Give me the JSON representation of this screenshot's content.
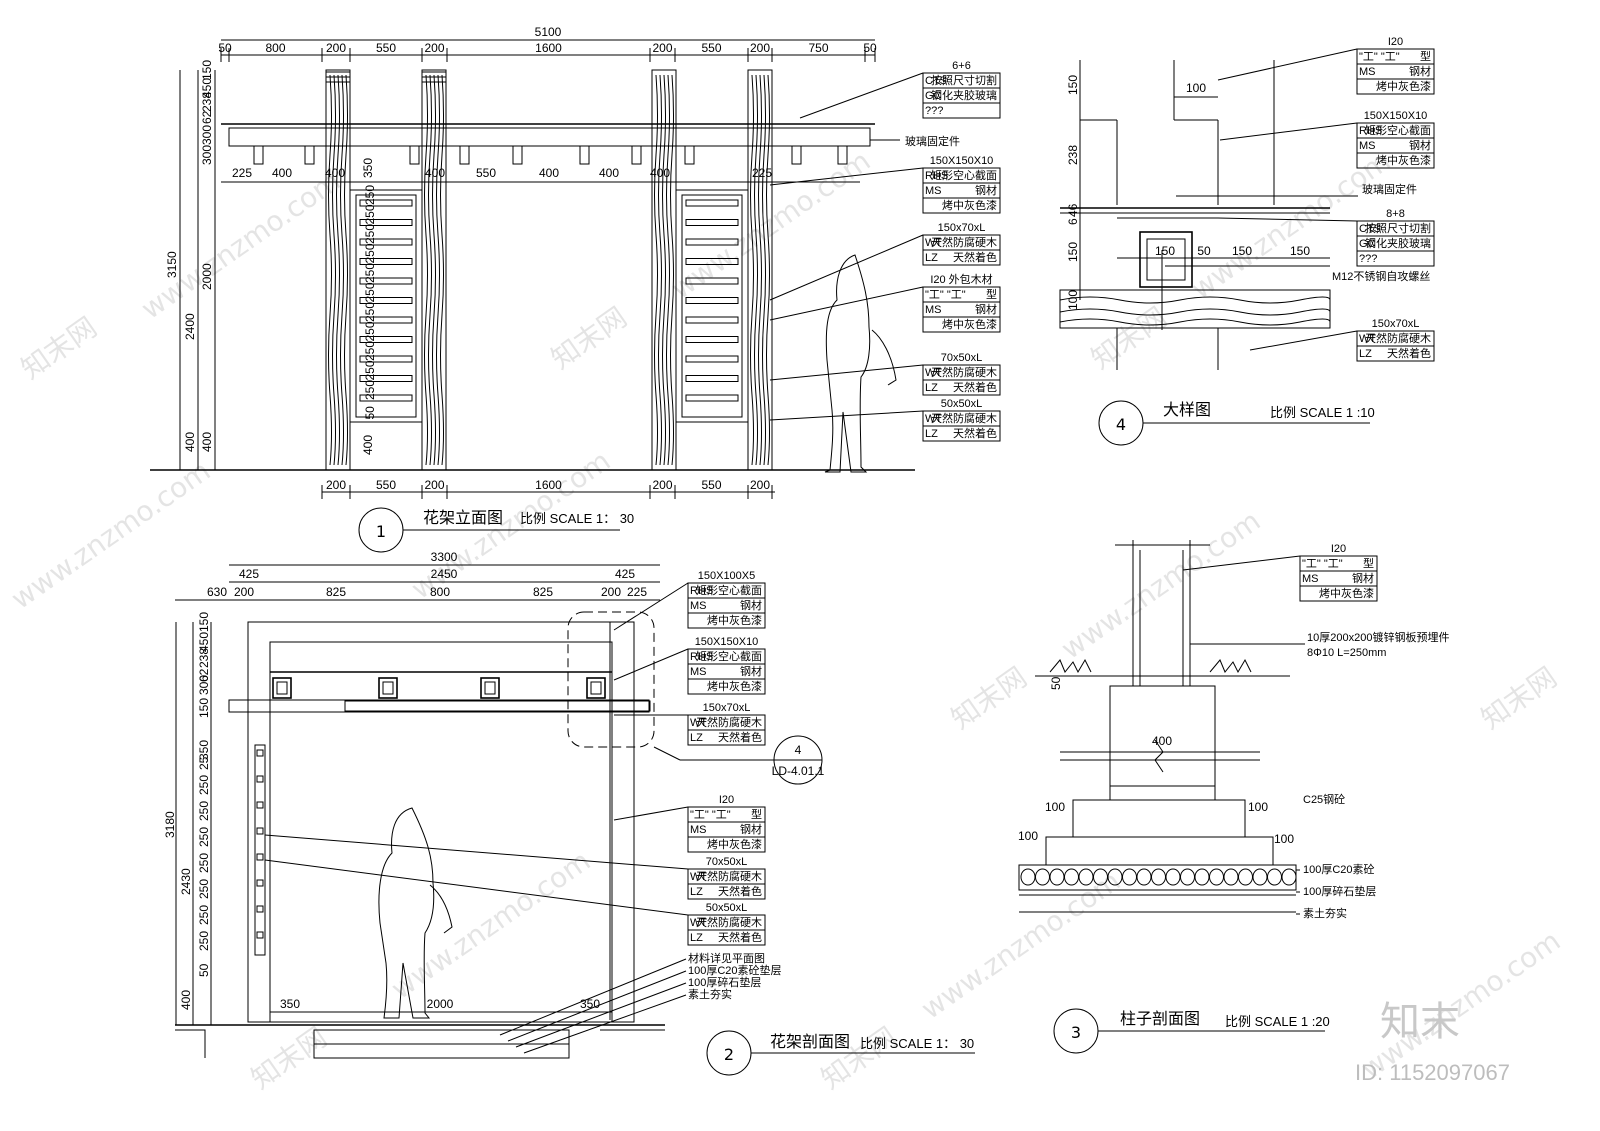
{
  "elevation": {
    "top_total": "5100",
    "top_dims": [
      "50",
      "800",
      "200",
      "550",
      "200",
      "1600",
      "200",
      "550",
      "200",
      "750",
      "50"
    ],
    "purlin_dims": [
      "225",
      "400",
      "400",
      "400",
      "550",
      "400",
      "400",
      "400",
      "225"
    ],
    "bottom_dims": [
      "200",
      "550",
      "200",
      "1600",
      "200",
      "550",
      "200"
    ],
    "left_outer": "3150",
    "left_mid": [
      "2400",
      "400"
    ],
    "left_inner": [
      "150",
      "450",
      "238",
      "62",
      "300",
      "300",
      "2000",
      "400"
    ],
    "inner_labels": [
      "350",
      "400"
    ],
    "slat_labels": [
      "250",
      "250",
      "250",
      "250",
      "250",
      "250",
      "250",
      "250",
      "250",
      "250",
      "250",
      "50"
    ],
    "title_num": "1",
    "title": "花架立面图",
    "scale": "比例 SCALE 1： 30"
  },
  "section": {
    "top_total": "3300",
    "row2": [
      "425",
      "2450",
      "425"
    ],
    "row3": [
      "630",
      "200",
      "825",
      "800",
      "825",
      "200",
      "225"
    ],
    "left_outer": "3180",
    "left_mid": [
      "2430",
      "400"
    ],
    "left_inner": [
      "150",
      "450",
      "238",
      "62",
      "300",
      "150",
      "350",
      "25"
    ],
    "slat_labels": [
      "250",
      "250",
      "250",
      "250",
      "250",
      "250",
      "250",
      "50"
    ],
    "bottom_dims": [
      "350",
      "2000",
      "350"
    ],
    "callout_num": "4",
    "callout_ref": "LD-4.01.1",
    "title_num": "2",
    "title": "花架剖面图",
    "scale": "比例 SCALE 1： 30",
    "foundation_notes": [
      "材料详见平面图",
      "100厚C20素砼垫层",
      "100厚碎石垫层",
      "素土夯实"
    ]
  },
  "detail": {
    "dims_left": [
      "150",
      "238",
      "46",
      "6",
      "150",
      "100"
    ],
    "dims_top": "100",
    "dims_row": [
      "150",
      "50",
      "150",
      "150"
    ],
    "glass_fix": "玻璃固定件",
    "screw": "M12不锈钢自攻螺丝",
    "title_num": "4",
    "title": "大样图",
    "scale": "比例 SCALE 1 :10"
  },
  "column": {
    "plate": "10厚200x200镀锌钢板预埋件",
    "rebar": "8Φ10 L=250mm",
    "dims": [
      "50",
      "400",
      "100",
      "100",
      "100",
      "100"
    ],
    "concrete": "C25钢砼",
    "layers": [
      "100厚C20素砼",
      "100厚碎石垫层",
      "素土夯实"
    ],
    "title_num": "3",
    "title": "柱子剖面图",
    "scale": "比例 SCALE 1 :20"
  },
  "legends": {
    "glass66": {
      "head": "6+6",
      "rows": [
        [
          "CTS",
          "按照尺寸切割"
        ],
        [
          "GC",
          "钢化夹胶玻璃"
        ],
        [
          "???",
          ""
        ]
      ]
    },
    "rhs150": {
      "head": "150X150X10",
      "rows": [
        [
          "RHS",
          "矩形空心截面"
        ],
        [
          "MS",
          "钢材"
        ],
        [
          "",
          "烤中灰色漆"
        ]
      ]
    },
    "wood150": {
      "head": "150x70xL",
      "rows": [
        [
          "WT",
          "天然防腐硬木"
        ],
        [
          "LZ",
          "天然着色"
        ]
      ]
    },
    "i20wrap": {
      "head": "I20 外包木材",
      "rows": [
        [
          "\"工\"  \"工\"",
          "型"
        ],
        [
          "MS",
          "钢材"
        ],
        [
          "",
          "烤中灰色漆"
        ]
      ]
    },
    "wood70": {
      "head": "70x50xL",
      "rows": [
        [
          "WT",
          "天然防腐硬木"
        ],
        [
          "LZ",
          "天然着色"
        ]
      ]
    },
    "wood50": {
      "head": "50x50xL",
      "rows": [
        [
          "WT",
          "天然防腐硬木"
        ],
        [
          "LZ",
          "天然着色"
        ]
      ]
    },
    "glass_fix": "玻璃固定件",
    "i20": {
      "head": "I20",
      "rows": [
        [
          "\"工\"  \"工\"",
          "型"
        ],
        [
          "MS",
          "钢材"
        ],
        [
          "",
          "烤中灰色漆"
        ]
      ]
    },
    "glass88": {
      "head": "8+8",
      "rows": [
        [
          "CTS",
          "按照尺寸切割"
        ],
        [
          "GC",
          "钢化夹胶玻璃"
        ],
        [
          "???",
          ""
        ]
      ]
    },
    "rhs100": {
      "head": "150X100X5",
      "rows": [
        [
          "RHS",
          "矩形空心截面"
        ],
        [
          "MS",
          "钢材"
        ],
        [
          "",
          "烤中灰色漆"
        ]
      ]
    }
  },
  "watermark": {
    "site": "www.znzmo.com",
    "brand": "知末网",
    "logo": "知末",
    "id": "ID: 1152097067"
  }
}
